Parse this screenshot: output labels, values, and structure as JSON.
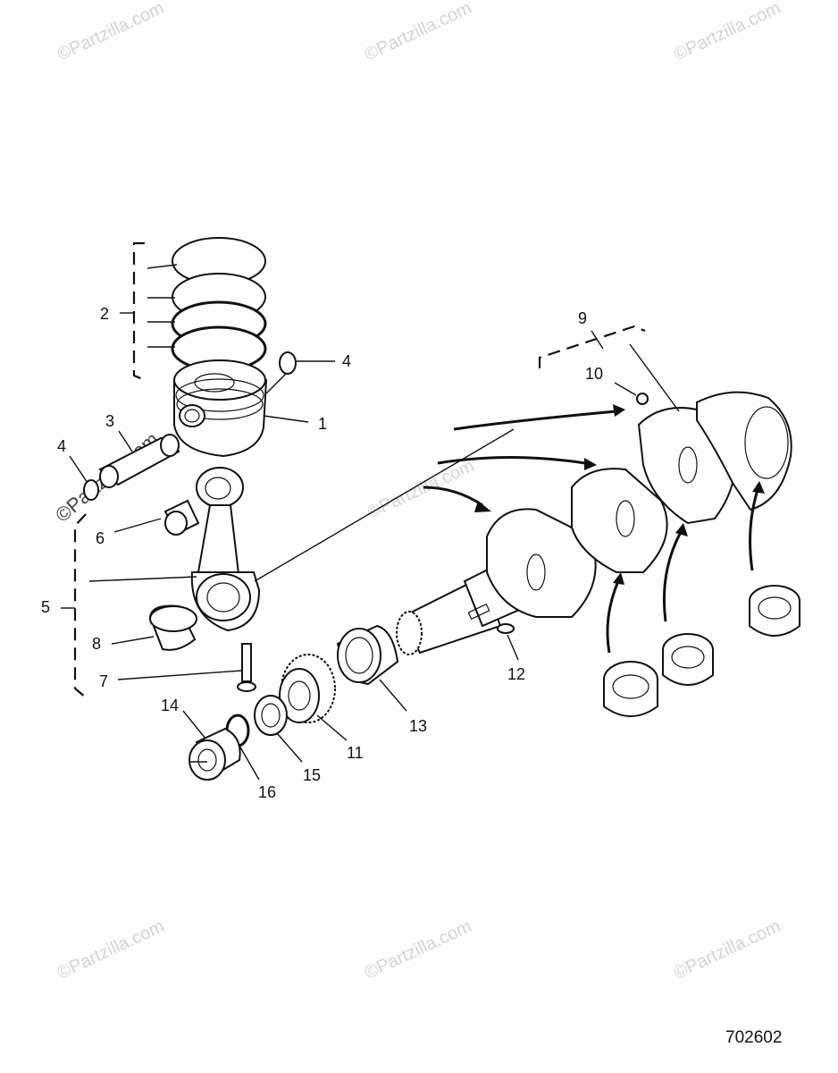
{
  "watermark": "©Partzilla.com",
  "figure_number": "702602",
  "callouts": {
    "c1": "1",
    "c2": "2",
    "c3": "3",
    "c4a": "4",
    "c4b": "4",
    "c5": "5",
    "c6": "6",
    "c7": "7",
    "c8": "8",
    "c9": "9",
    "c10": "10",
    "c11": "11",
    "c12": "12",
    "c13": "13",
    "c14": "14",
    "c15": "15",
    "c16": "16"
  }
}
